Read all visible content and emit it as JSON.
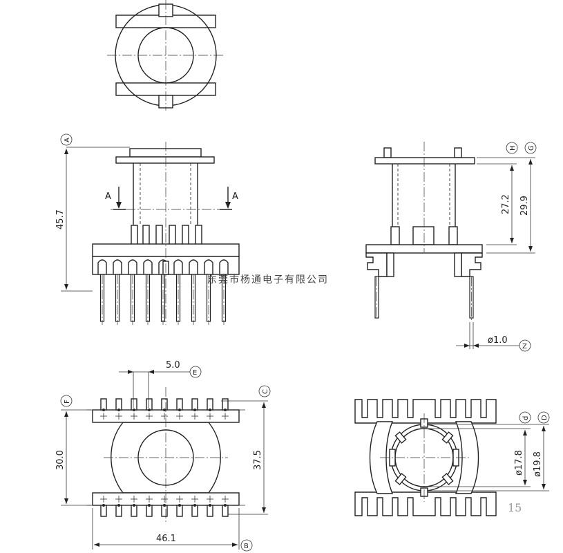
{
  "dimensions": {
    "height_45_7": "45.7",
    "height_27_2": "27.2",
    "height_29_9": "29.9",
    "pin_dia": "ø1.0",
    "pitch": "5.0",
    "depth_30_0": "30.0",
    "depth_37_5": "37.5",
    "width_46_1": "46.1",
    "inner_dia": "ø17.8",
    "outer_dia": "ø19.8"
  },
  "section": {
    "left": "A",
    "right": "A"
  },
  "datums": {
    "A": "A",
    "B": "B",
    "C": "C",
    "D": "D",
    "E": "E",
    "F": "F",
    "G": "G",
    "H": "H",
    "Z": "Z",
    "d": "d"
  },
  "watermark": "东莞市杨通电子有限公司",
  "page_number": "15"
}
